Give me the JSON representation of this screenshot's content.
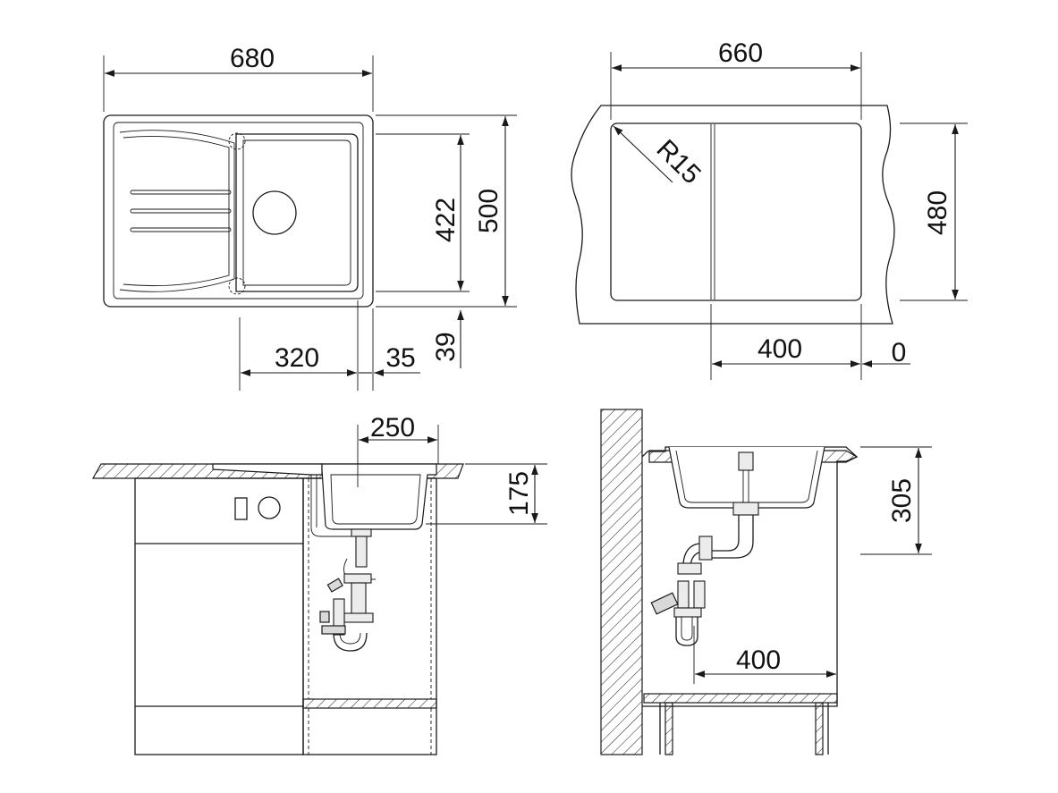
{
  "top_left_view": {
    "width_label": "680",
    "height_outer_label": "500",
    "height_inner_label": "422",
    "drain_offset_label": "320",
    "right_offset_label": "35",
    "bottom_offset_label": "39"
  },
  "top_right_view": {
    "cutout_width_label": "660",
    "cutout_height_label": "480",
    "radius_label": "R15",
    "cabinet_label": "400",
    "zero_label": "0"
  },
  "bottom_left_view": {
    "drain_width_label": "250",
    "depth_label": "175"
  },
  "bottom_right_view": {
    "depth_label": "305",
    "cabinet_label": "400"
  },
  "colors": {
    "line": "#1a1a1a",
    "fill_grey": "#d9d9d9",
    "background": "#ffffff"
  }
}
